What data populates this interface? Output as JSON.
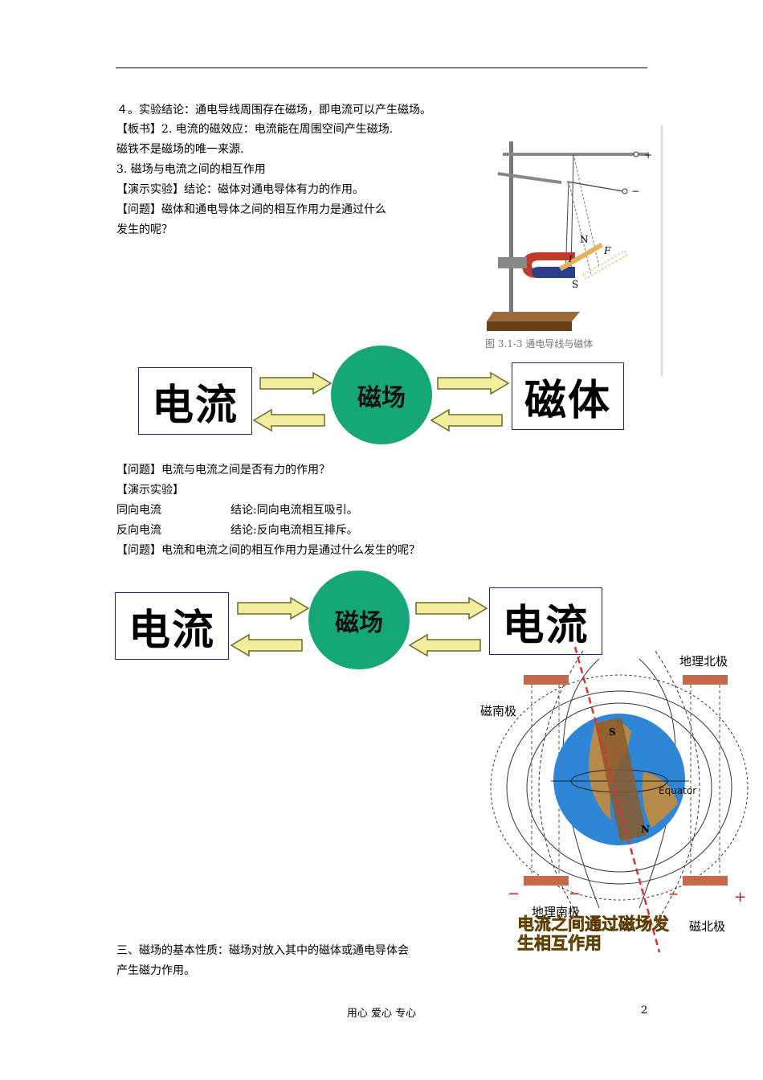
{
  "lines": {
    "l1": "４。实验结论：通电导线周围存在磁场，即电流可以产生磁场。",
    "l2": "【板书】2. 电流的磁效应：电流能在周围空间产生磁场.",
    "l3": "磁铁不是磁场的唯一来源.",
    "l4": "3. 磁场与电流之间的相互作用",
    "l5": "【演示实验】结论：磁体对通电导体有力的作用。",
    "l6": "【问题】磁体和通电导体之间的相互作用力是通过什么",
    "l7": "发生的呢？",
    "l8": "【问题】电流与电流之间是否有力的作用？",
    "l9": "【演示实验】",
    "l10a": "同向电流",
    "l10b": "结论:同向电流相互吸引。",
    "l11a": "反向电流",
    "l11b": "结论:反向电流相互排斥。",
    "l12": "【问题】电流和电流之间的相互作用力是通过什么发生的呢？",
    "l13": "三、磁场的基本性质：磁场对放入其中的磁体或通电导体会",
    "l14": "产生磁力作用。"
  },
  "diagram1": {
    "left": "电流",
    "center": "磁场",
    "right": "磁体"
  },
  "diagram2": {
    "left": "电流",
    "center": "磁场",
    "right": "电流"
  },
  "apparatus": {
    "plus": "+",
    "minus": "−",
    "N": "N",
    "S": "S",
    "F": "F",
    "I": "I",
    "caption": "图 3.1-3  通电导线与磁体"
  },
  "earth": {
    "geo_north": "地理北极",
    "mag_south": "磁南极",
    "geo_south": "地理南极",
    "mag_north": "磁北极",
    "equator": "Equator",
    "S": "S",
    "N": "N",
    "overlay1": "电流之间通过磁场发",
    "overlay2": "生相互作用"
  },
  "footer": {
    "text": "用心  爱心  专心",
    "page": "2"
  },
  "colors": {
    "circle": "#16a779",
    "arrow_fill": "#f3ee9e",
    "arrow_stroke": "#6a6a2a",
    "box_border": "#1f2a6b"
  }
}
